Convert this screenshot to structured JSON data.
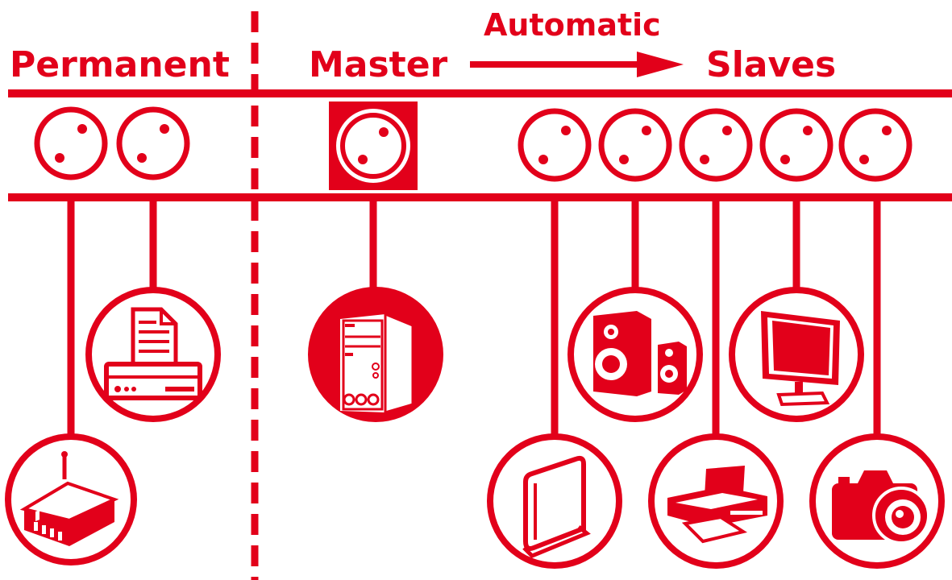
{
  "labels": {
    "permanent": "Permanent",
    "master": "Master",
    "automatic": "Automatic",
    "slaves": "Slaves"
  },
  "colors": {
    "accent": "#e2001a",
    "background": "#ffffff"
  },
  "groups": {
    "permanent": {
      "sockets": 2,
      "devices": [
        "router-icon",
        "fax-printer-icon"
      ]
    },
    "master": {
      "sockets": 1,
      "devices": [
        "desktop-tower-icon"
      ]
    },
    "slaves": {
      "sockets": 5,
      "devices": [
        "external-drive-icon",
        "speakers-icon",
        "inkjet-printer-icon",
        "monitor-icon",
        "camera-icon"
      ]
    }
  }
}
